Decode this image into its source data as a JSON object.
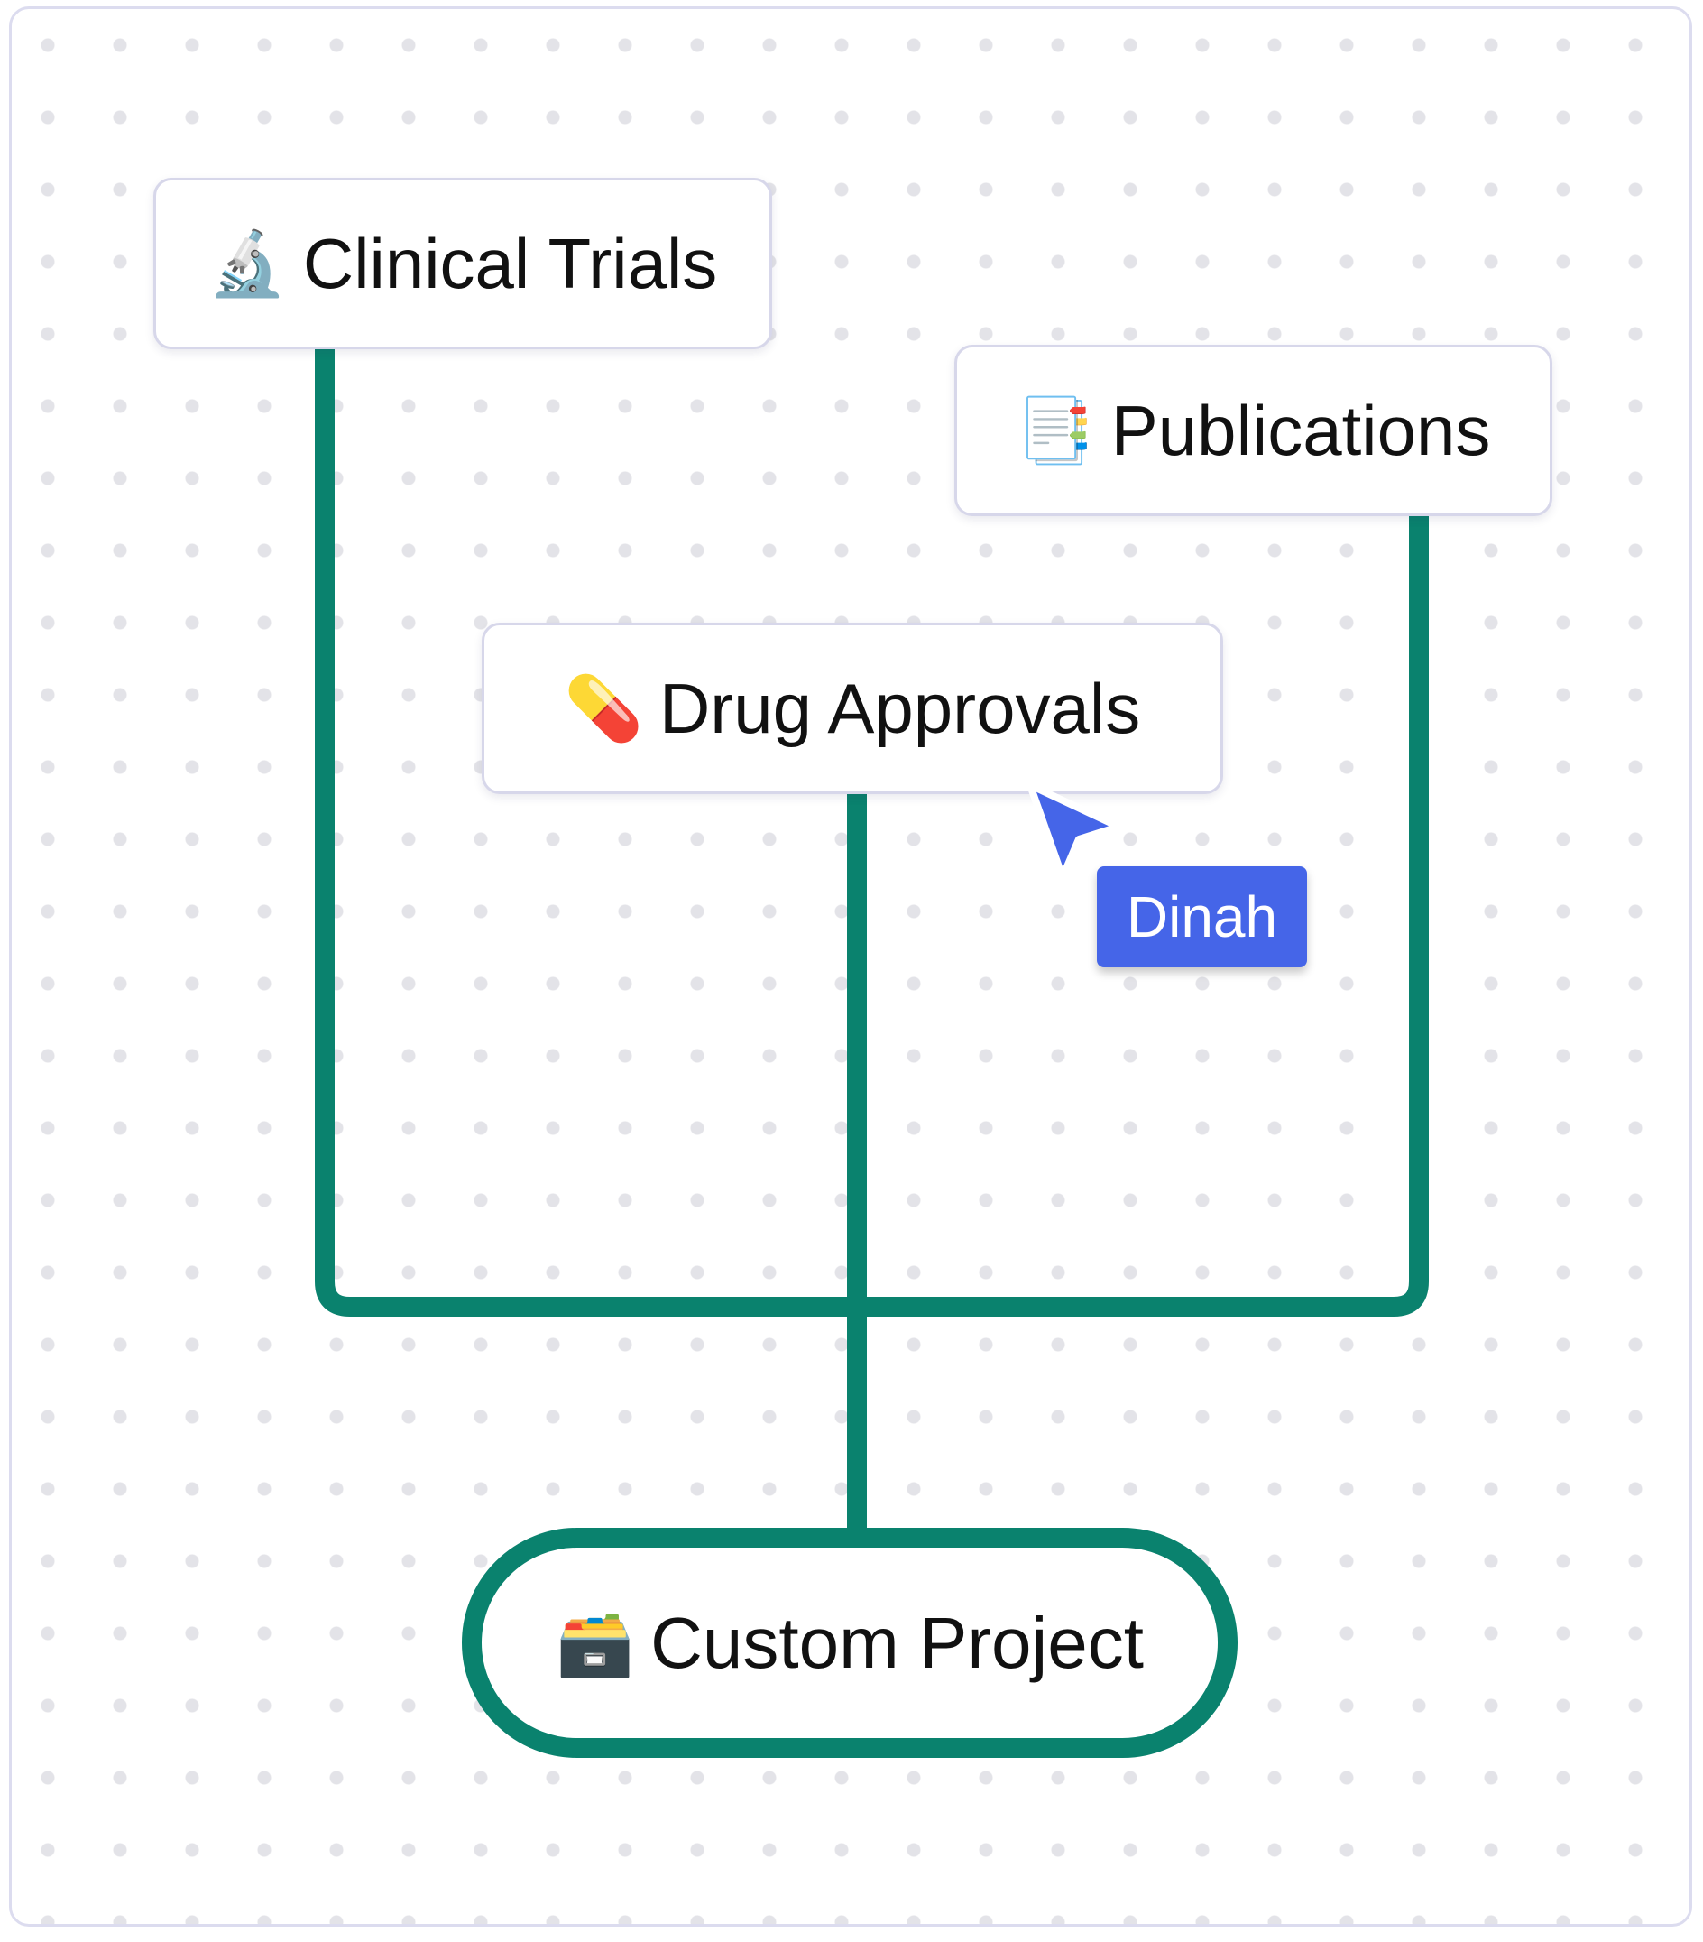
{
  "nodes": {
    "clinical_trials": {
      "icon": "🔬",
      "label": "Clinical Trials"
    },
    "publications": {
      "icon": "📑",
      "label": "Publications"
    },
    "drug_approvals": {
      "icon": "💊",
      "label": "Drug Approvals"
    },
    "custom_project": {
      "icon": "🗃️",
      "label": "Custom Project"
    }
  },
  "collaborator": {
    "name": "Dinah",
    "color": "#4565e8"
  },
  "colors": {
    "connector": "#0a826e",
    "node_border": "#d7d7ea"
  }
}
